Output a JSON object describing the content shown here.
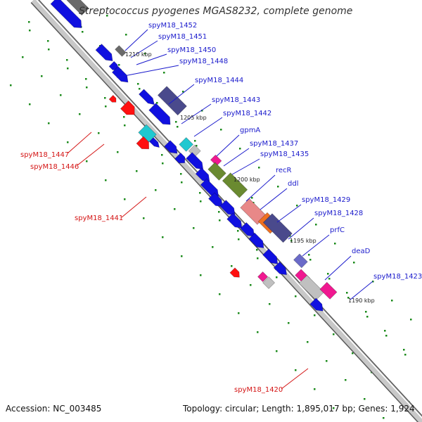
{
  "title": "Streptococcus pyogenes MGAS8232, complete genome",
  "footer": {
    "accession": "Accession: NC_003485",
    "topology": "Topology: circular; Length: 1,895,017 bp; Genes: 1,924"
  },
  "colors": {
    "cds": "#1010e0",
    "rna": "#ff1010",
    "backbone": "#9a9a9a",
    "tick": "#1a8a1a",
    "label_blue": "#1a1acc",
    "label_red": "#d41414"
  },
  "ticks": [
    "1210 kbp",
    "1205 kbp",
    "1200 kbp",
    "1195 kbp",
    "1190 kbp"
  ],
  "gene_labels": [
    "spyM18_1452",
    "spyM18_1451",
    "spyM18_1450",
    "spyM18_1448",
    "spyM18_1444",
    "spyM18_1443",
    "spyM18_1442",
    "gpmA",
    "spyM18_1437",
    "spyM18_1435",
    "recR",
    "ddl",
    "spyM18_1429",
    "spyM18_1428",
    "prfC",
    "deaD",
    "spyM18_1423",
    "spyM18_1447",
    "spyM18_1446",
    "spyM18_1441",
    "spyM18_1420"
  ]
}
